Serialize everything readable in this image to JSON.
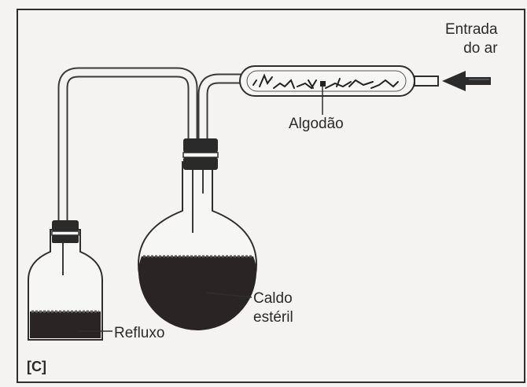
{
  "labels": {
    "air_inlet_line1": "Entrada",
    "air_inlet_line2": "do ar",
    "cotton": "Algodão",
    "broth_line1": "Caldo",
    "broth_line2": "estéril",
    "reflux": "Refluxo",
    "panel": "[C]"
  },
  "colors": {
    "background": "#f4f3f1",
    "frame": "#2e2e2e",
    "glass": "#3a3a3a",
    "liquid": "#2b2424",
    "stopper": "#2a2a2a"
  }
}
